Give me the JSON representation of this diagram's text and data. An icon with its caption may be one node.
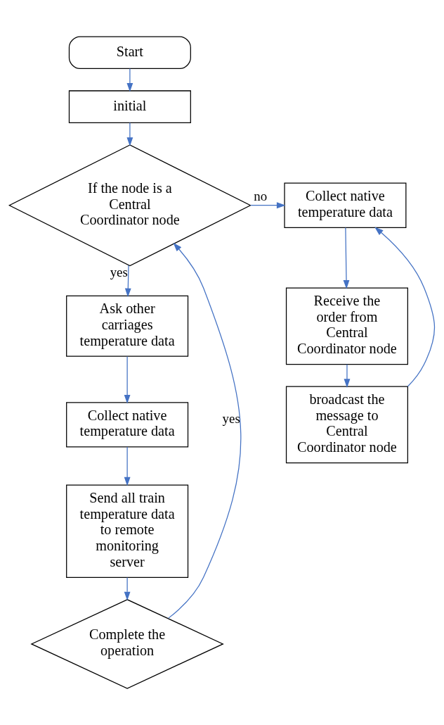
{
  "diagram": {
    "nodes": [
      {
        "text": [
          "Start"
        ]
      },
      {
        "text": [
          "initial"
        ]
      },
      {
        "text": [
          "If the node is a Central Coordinator node"
        ]
      },
      {
        "text": [
          "Collect native temperature data"
        ]
      },
      {
        "text": [
          "Receive the order from Central Coordinator node"
        ]
      },
      {
        "text": [
          "broadcast the message to Central Coordinator node"
        ]
      },
      {
        "text": [
          "Ask other carriages temperature data"
        ]
      },
      {
        "text": [
          "Collect native temperature data"
        ]
      },
      {
        "text": [
          "Send all train temperature data to remote monitoring server"
        ]
      },
      {
        "text": [
          "Complete the operation"
        ]
      }
    ],
    "edges": [
      {
        "from": 0,
        "to": 1,
        "arrow": "to"
      },
      {
        "from": 1,
        "to": 2,
        "arrow": "to"
      },
      {
        "from": 2,
        "to": 3,
        "arrow": "to",
        "label": "no"
      },
      {
        "from": 3,
        "to": 4,
        "arrow": "to"
      },
      {
        "from": 4,
        "to": 5,
        "arrow": "to"
      },
      {
        "from": 5,
        "to": 3,
        "arrow": "to"
      },
      {
        "from": 2,
        "to": 6,
        "arrow": "to",
        "label": "yes"
      },
      {
        "from": 6,
        "to": 7,
        "arrow": "to"
      },
      {
        "from": 7,
        "to": 8,
        "arrow": "to"
      },
      {
        "from": 8,
        "to": 9,
        "arrow": "to"
      },
      {
        "from": 9,
        "to": 2,
        "arrow": "to",
        "label": "yes"
      }
    ]
  }
}
